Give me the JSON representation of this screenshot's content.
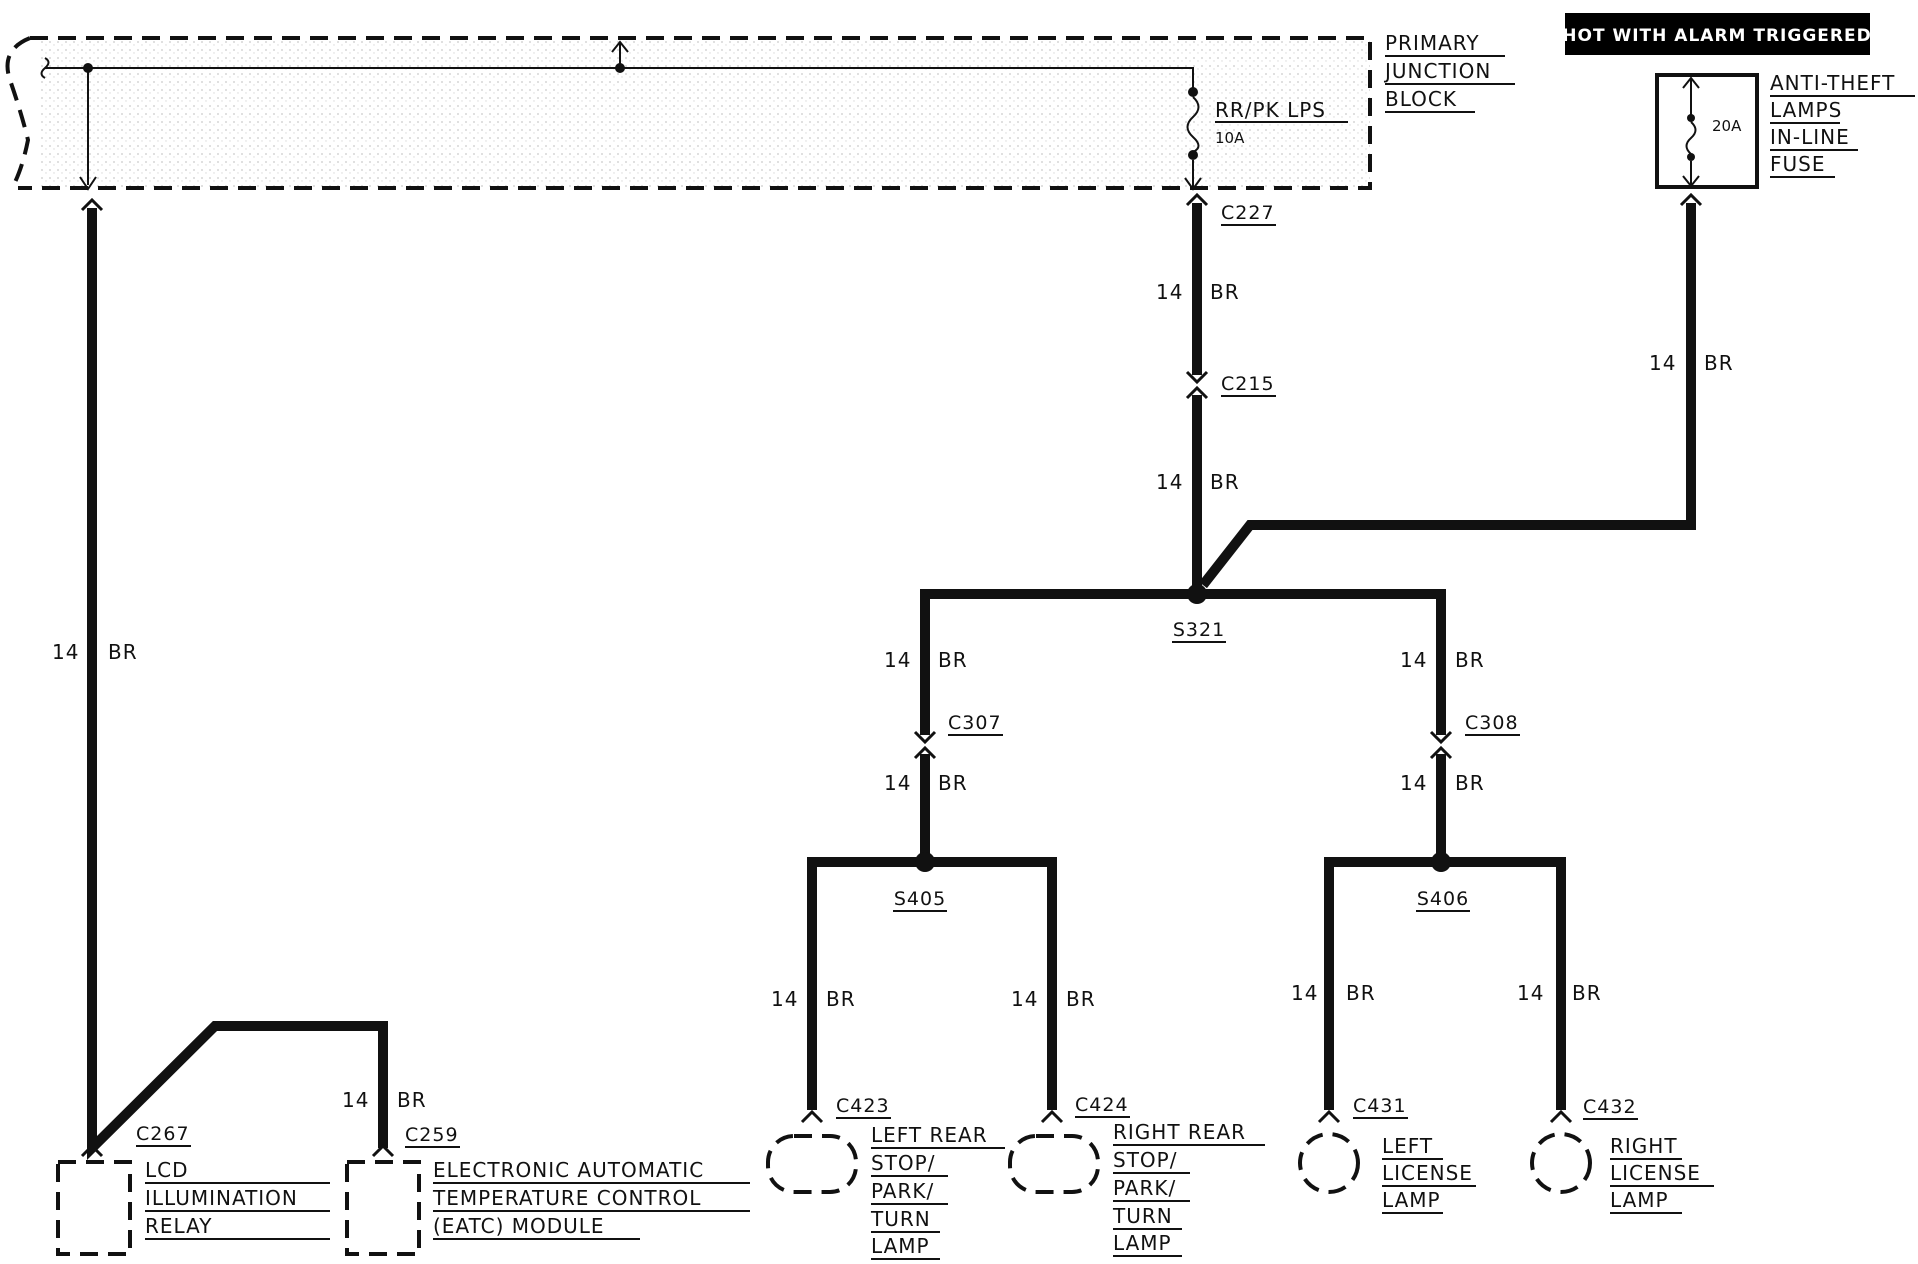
{
  "banner": "HOT WITH ALARM TRIGGERED",
  "junction_block": {
    "line1": "PRIMARY",
    "line2": "JUNCTION",
    "line3": "BLOCK"
  },
  "jb_fuse": {
    "name": "RR/PK LPS",
    "rating": "10A"
  },
  "inline_fuse": {
    "rating": "20A",
    "line1": "ANTI-THEFT",
    "line2": "LAMPS",
    "line3": "IN-LINE",
    "line4": "FUSE"
  },
  "wire": {
    "gauge": "14",
    "color": "BR"
  },
  "connectors": {
    "c227": "C227",
    "c215": "C215",
    "c307": "C307",
    "c308": "C308",
    "c267": "C267",
    "c259": "C259",
    "c423": "C423",
    "c424": "C424",
    "c431": "C431",
    "c432": "C432"
  },
  "splices": {
    "s321": "S321",
    "s405": "S405",
    "s406": "S406"
  },
  "components": {
    "lcd": {
      "line1": "LCD",
      "line2": "ILLUMINATION",
      "line3": "RELAY"
    },
    "eatc": {
      "line1": "ELECTRONIC AUTOMATIC",
      "line2": "TEMPERATURE CONTROL",
      "line3": "(EATC)  MODULE"
    },
    "left_rear": {
      "line1": "LEFT REAR",
      "line2": "STOP/",
      "line3": "PARK/",
      "line4": "TURN",
      "line5": "LAMP"
    },
    "right_rear": {
      "line1": "RIGHT REAR",
      "line2": "STOP/",
      "line3": "PARK/",
      "line4": "TURN",
      "line5": "LAMP"
    },
    "left_license": {
      "line1": "LEFT",
      "line2": "LICENSE",
      "line3": "LAMP"
    },
    "right_license": {
      "line1": "RIGHT",
      "line2": "LICENSE",
      "line3": "LAMP"
    }
  }
}
